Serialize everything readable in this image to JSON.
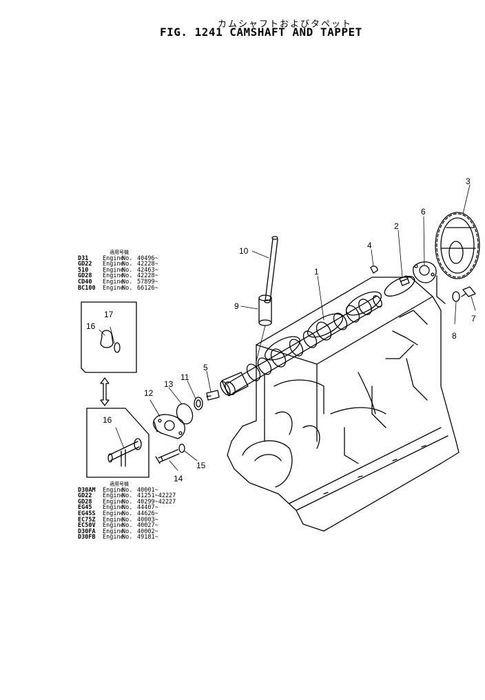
{
  "figure": {
    "title_jp": "カムシャフトおよびタペット",
    "fig_label": "FIG. 1241",
    "title_en": "CAMSHAFT AND TAPPET"
  },
  "callouts": [
    "1",
    "2",
    "3",
    "4",
    "5",
    "6",
    "7",
    "8",
    "9",
    "10",
    "11",
    "12",
    "13",
    "14",
    "15",
    "16",
    "17",
    "16"
  ],
  "table_top": {
    "header": "適用号機",
    "rows": [
      {
        "model": "D31",
        "engine": "Engine",
        "no": "No.",
        "value": "40496~"
      },
      {
        "model": "GD22",
        "engine": "Engine",
        "no": "No.",
        "value": "42228~"
      },
      {
        "model": "510",
        "engine": "Engine",
        "no": "No.",
        "value": "42463~"
      },
      {
        "model": "GD28",
        "engine": "Engine",
        "no": "No.",
        "value": "42228~"
      },
      {
        "model": "CD40",
        "engine": "Engine",
        "no": "No.",
        "value": "57899~"
      },
      {
        "model": "BC100",
        "engine": "Engine",
        "no": "No.",
        "value": "66126~"
      }
    ]
  },
  "table_bottom": {
    "header": "適用号機",
    "rows": [
      {
        "model": "D30AM",
        "engine": "Engine",
        "no": "No.",
        "value": "40001~"
      },
      {
        "model": "GD22",
        "engine": "Engine",
        "no": "No.",
        "value": "41251~42227"
      },
      {
        "model": "GD28",
        "engine": "Engine",
        "no": "No.",
        "value": "40299~42227"
      },
      {
        "model": "EG45",
        "engine": "Engine",
        "no": "No.",
        "value": "44407~"
      },
      {
        "model": "EG45S",
        "engine": "Engine",
        "no": "No.",
        "value": "44626~"
      },
      {
        "model": "EC75Z",
        "engine": "Engine",
        "no": "No.",
        "value": "40003~"
      },
      {
        "model": "EC50V",
        "engine": "Engine",
        "no": "No.",
        "value": "40027~"
      },
      {
        "model": "D30FA",
        "engine": "Engine",
        "no": "No.",
        "value": "40002~"
      },
      {
        "model": "D30FB",
        "engine": "Engine",
        "no": "No.",
        "value": "49181~"
      }
    ]
  }
}
